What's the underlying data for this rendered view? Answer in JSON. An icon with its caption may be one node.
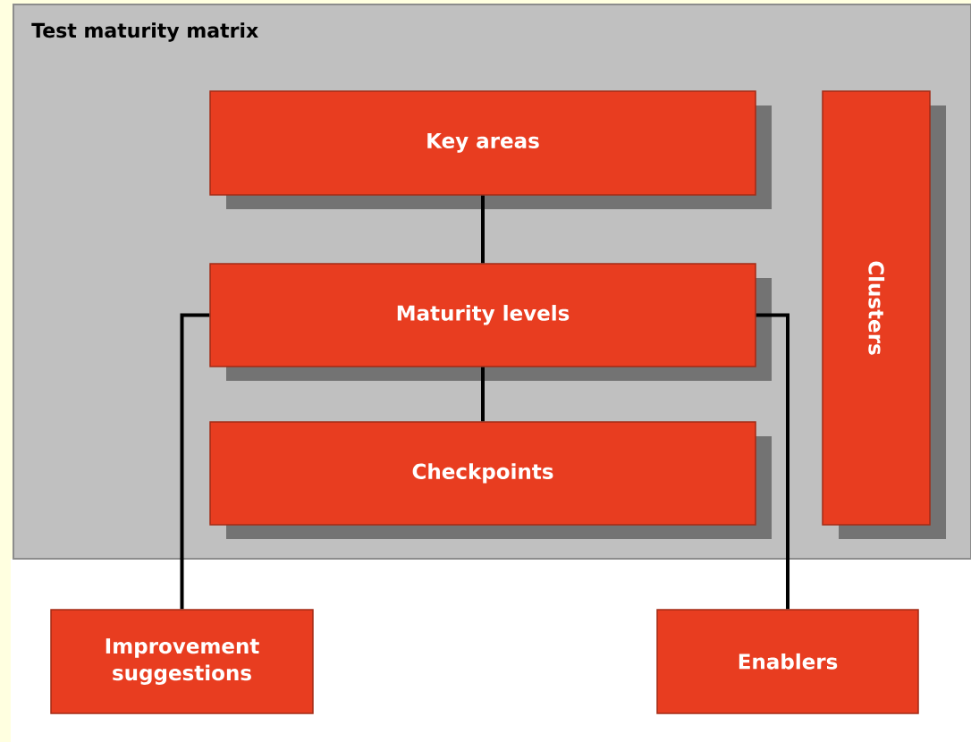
{
  "diagram": {
    "nodes": [
      {
        "text": [
          "Test maturity matrix"
        ]
      },
      {
        "text": [
          "Key areas"
        ],
        "in": 0
      },
      {
        "text": [
          "Maturity levels"
        ],
        "in": 0
      },
      {
        "text": [
          "Checkpoints"
        ],
        "in": 0
      },
      {
        "text": [
          "Clusters"
        ],
        "in": 0
      },
      {
        "text": [
          "Improvement suggestions"
        ]
      },
      {
        "text": [
          "Enablers"
        ]
      }
    ],
    "edges": [
      {
        "from": 1,
        "to": 2,
        "arrow": "none"
      },
      {
        "from": 2,
        "to": 3,
        "arrow": "none"
      },
      {
        "from": 2,
        "to": 5,
        "arrow": "none"
      },
      {
        "from": 2,
        "to": 6,
        "arrow": "none"
      }
    ]
  }
}
